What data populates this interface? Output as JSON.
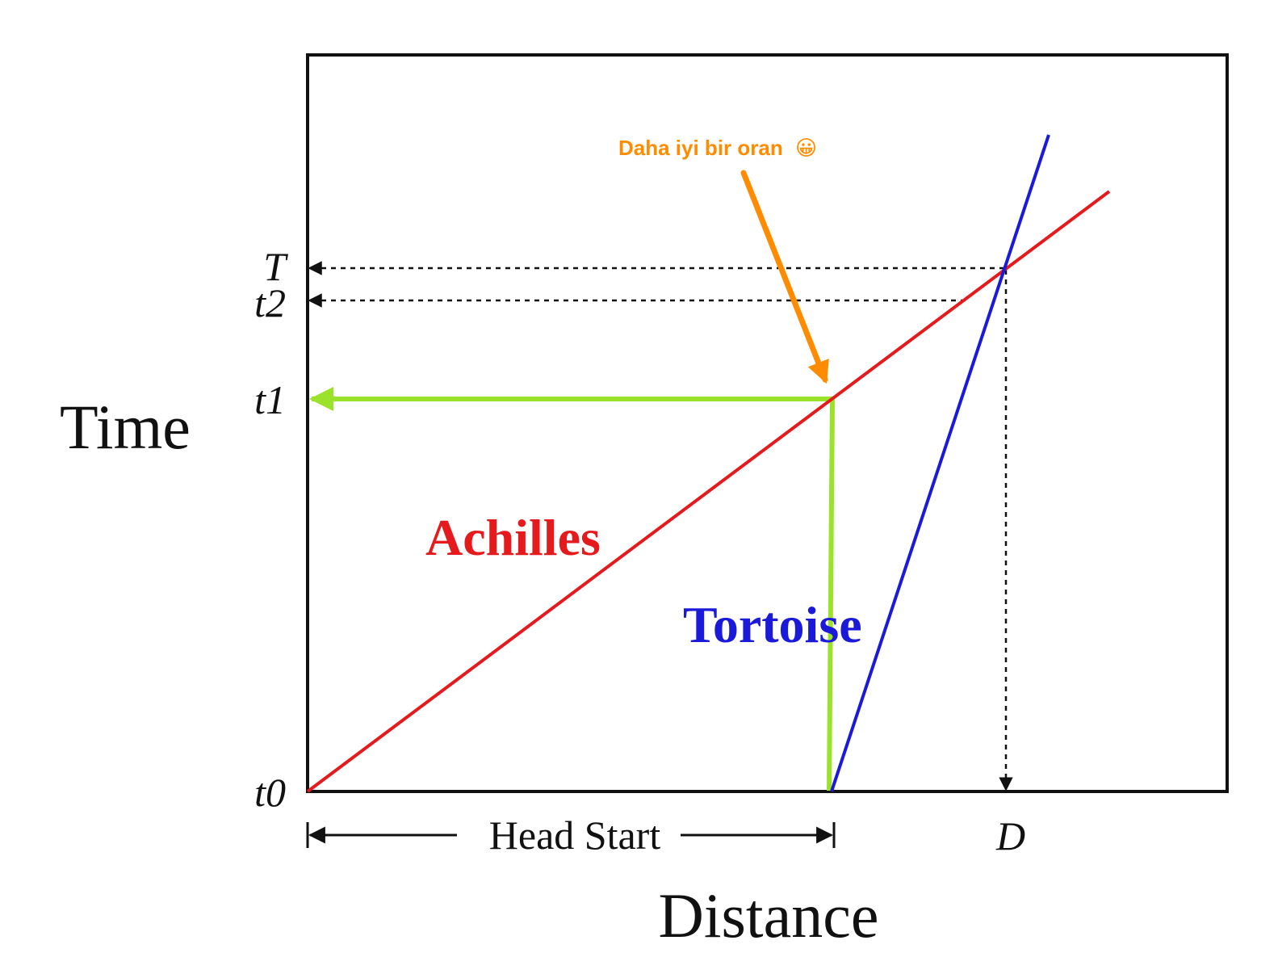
{
  "axes": {
    "y_title": "Time",
    "x_title": "Distance"
  },
  "time_marks": {
    "t0": "t0",
    "t1": "t1",
    "t2": "t2",
    "T": "T"
  },
  "distance_marks": {
    "D": "D",
    "head_start": "Head Start"
  },
  "series": {
    "achilles": {
      "name": "Achilles",
      "color": "#e41a1c"
    },
    "tortoise": {
      "name": "Tortoise",
      "color": "#1a1ad8"
    }
  },
  "construction_color": "#9be22a",
  "annotation": {
    "text": "Daha iyi bir oran",
    "emoji": "😀",
    "color": "#ff8c00"
  }
}
